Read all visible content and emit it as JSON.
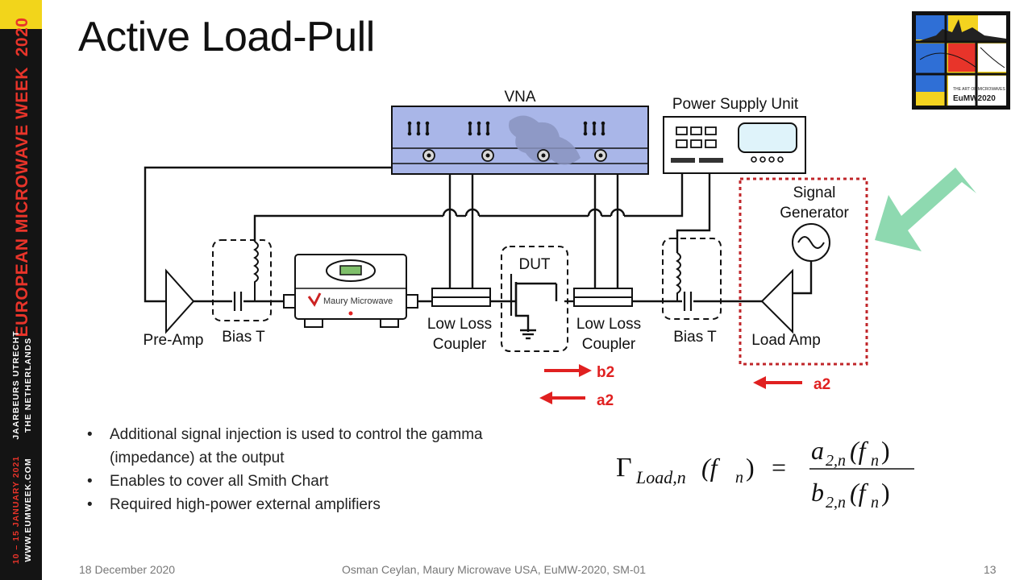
{
  "sidebar": {
    "event": "EUROPEAN MICROWAVE WEEK",
    "year": "2020",
    "venue_line1": "JAARBEURS UTRECHT",
    "venue_line2": "THE NETHERLANDS",
    "dates": "10 – 15 JANUARY 2021",
    "website": "WWW.EUMWEEK.COM"
  },
  "slide": {
    "title": "Active Load-Pull"
  },
  "logo": {
    "line1": "THE ART OF MICROWAVES",
    "line2": "EuMW2020"
  },
  "diagram": {
    "vna_label": "VNA",
    "psu_label": "Power Supply Unit",
    "dut_label": "DUT",
    "preamp_label": "Pre-Amp",
    "biast_left_label": "Bias T",
    "biast_right_label": "Bias T",
    "tuner_brand": "Maury Microwave",
    "coupler_left_line1": "Low Loss",
    "coupler_left_line2": "Coupler",
    "coupler_right_line1": "Low Loss",
    "coupler_right_line2": "Coupler",
    "siggen_line1": "Signal",
    "siggen_line2": "Generator",
    "loadamp_label": "Load Amp",
    "wave_b2": "b2",
    "wave_a2_dut": "a2",
    "wave_a2_load": "a2",
    "accent_color": "#e02020",
    "highlight_arrow_color": "#8ed9b0",
    "vna_color": "#a9b6e8"
  },
  "bullets": [
    "Additional signal injection is used to control the gamma (impedance) at the output",
    "Enables to cover all Smith Chart",
    "Required high-power external amplifiers"
  ],
  "formula": {
    "gamma": "Γ",
    "gamma_sub": "Load,n",
    "arg": "(f",
    "arg_sub": "n",
    "arg_close": ")",
    "equals": "=",
    "num_var": "a",
    "num_sub": "2,n",
    "den_var": "b",
    "den_sub": "2,n"
  },
  "footer": {
    "date": "18 December 2020",
    "citation": "Osman Ceylan, Maury Microwave USA, EuMW-2020, SM-01",
    "page": "13"
  }
}
